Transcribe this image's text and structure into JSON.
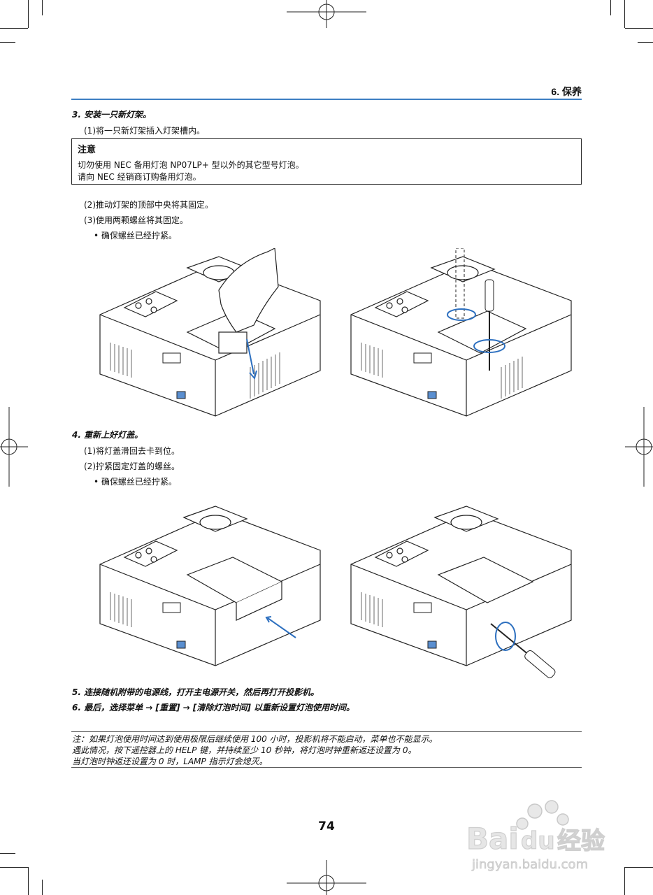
{
  "header": {
    "section": "6. 保养"
  },
  "step3": {
    "title": "3. 安装一只新灯架。",
    "sub1": "(1)将一只新灯架插入灯架槽内。",
    "note_title": "注意",
    "note_line1": "切勿使用 NEC 备用灯泡 NP07LP+ 型以外的其它型号灯泡。",
    "note_line2": "请向 NEC 经销商订购备用灯泡。",
    "sub2": "(2)推动灯架的顶部中央将其固定。",
    "sub3": "(3)使用两颗螺丝将其固定。",
    "bullet": "• 确保螺丝已经拧紧。"
  },
  "step4": {
    "title": "4. 重新上好灯盖。",
    "sub1": "(1)将灯盖滑回去卡到位。",
    "sub2": "(2)拧紧固定灯盖的螺丝。",
    "bullet": "• 确保螺丝已经拧紧。"
  },
  "step5": {
    "title": "5. 连接随机附带的电源线，打开主电源开关，然后再打开投影机。"
  },
  "step6": {
    "title": "6. 最后，选择菜单 → [重置] → [清除灯泡时间] 以重新设置灯泡使用时间。"
  },
  "footnote": {
    "line1": "注：如果灯泡使用时间达到使用极限后继续使用 100 小时，投影机将不能启动，菜单也不能显示。",
    "line2": "遇此情况，按下遥控器上的 HELP 键，并持续至少 10 秒钟，将灯泡时钟重新返还设置为 0。",
    "line3": "当灯泡时钟返还设置为 0 时，LAMP 指示灯会熄灭。"
  },
  "page_number": "74",
  "watermark": {
    "brand": "Baidu经验",
    "url": "jingyan.baidu.com"
  }
}
